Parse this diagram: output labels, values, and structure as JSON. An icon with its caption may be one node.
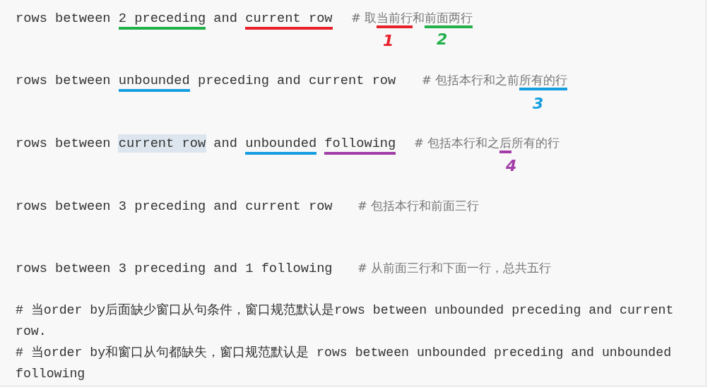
{
  "diagram": {
    "labels": [
      "rows between 2 preceding and current row",
      "# 取当前行和前面两行",
      "1",
      "2",
      "rows between unbounded preceding and current row",
      "# 包括本行和之前所有的行",
      "3",
      "rows between current row and unbounded following",
      "# 包括本行和之后所有的行",
      "4",
      "rows between 3 preceding and current row",
      "# 包括本行和前面三行",
      "rows between 3 preceding and 1 following",
      "# 从前面三行和下面一行，总共五行",
      "# 当order by后面缺少窗口从句条件，窗口规范默认是rows between unbounded preceding and current row.",
      "# 当order by和窗口从句都缺失，窗口规范默认是 rows between unbounded preceding and unbounded following"
    ]
  }
}
